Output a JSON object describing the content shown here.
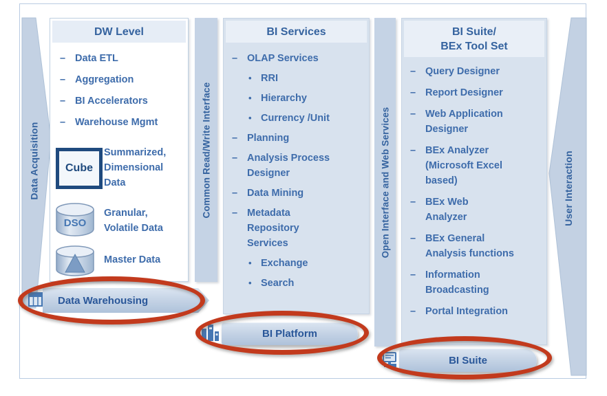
{
  "diagram": {
    "side_labels": {
      "left": "Data Acquisition",
      "right": "User Interaction"
    },
    "interface_bars": [
      "Common Read/Write Interface",
      "Open Interface and Web Services"
    ],
    "markers": {
      "dash": "–",
      "bullet": "•"
    },
    "panels": [
      {
        "title": "DW Level",
        "items": [
          {
            "m": "dash",
            "t": "Data ETL"
          },
          {
            "m": "dash",
            "t": "Aggregation"
          },
          {
            "m": "dash",
            "t": "BI Accelerators"
          },
          {
            "m": "dash",
            "t": "Warehouse Mgmt"
          }
        ]
      },
      {
        "title": "BI Services",
        "items": [
          {
            "m": "dash",
            "t": "OLAP Services"
          },
          {
            "m": "bullet",
            "t": "RRI"
          },
          {
            "m": "bullet",
            "t": "Hierarchy"
          },
          {
            "m": "bullet",
            "t": "Currency /Unit"
          },
          {
            "m": "dash",
            "t": "Planning"
          },
          {
            "m": "dash",
            "t": "Analysis Process\nDesigner"
          },
          {
            "m": "dash",
            "t": "Data Mining"
          },
          {
            "m": "dash",
            "t": "Metadata\nRepository\nServices"
          },
          {
            "m": "bullet",
            "t": "Exchange"
          },
          {
            "m": "bullet",
            "t": "Search"
          }
        ]
      },
      {
        "title": "BI Suite/\nBEx Tool Set",
        "items": [
          {
            "m": "dash",
            "t": "Query Designer"
          },
          {
            "m": "dash",
            "t": "Report Designer"
          },
          {
            "m": "dash",
            "t": "Web Application\nDesigner"
          },
          {
            "m": "dash",
            "t": "BEx Analyzer\n(Microsoft Excel\nbased)"
          },
          {
            "m": "dash",
            "t": "BEx Web\nAnalyzer"
          },
          {
            "m": "dash",
            "t": "BEx General\nAnalysis functions"
          },
          {
            "m": "dash",
            "t": "Information\nBroadcasting"
          },
          {
            "m": "dash",
            "t": "Portal Integration"
          }
        ]
      }
    ],
    "dw_objects": [
      {
        "icon": "cube-icon",
        "icon_label": "Cube",
        "label": "Summarized,\nDimensional\nData"
      },
      {
        "icon": "dso-cylinder-icon",
        "icon_label": "DSO",
        "label": "Granular,\nVolatile Data"
      },
      {
        "icon": "master-data-cylinder-icon",
        "icon_label": "",
        "label": "Master Data"
      }
    ],
    "banners": [
      {
        "label": "Data Warehousing",
        "icon": "table-icon"
      },
      {
        "label": "BI Platform",
        "icon": "bar-chart-icon"
      },
      {
        "label": "BI Suite",
        "icon": "computer-icon"
      }
    ],
    "colors": {
      "annotation_red": "#c23a1d",
      "navy": "#1f4a7e",
      "item_blue": "#3e6cab",
      "panel_fill": "#d8e2ee",
      "bar_fill": "#c5d3e5"
    }
  }
}
